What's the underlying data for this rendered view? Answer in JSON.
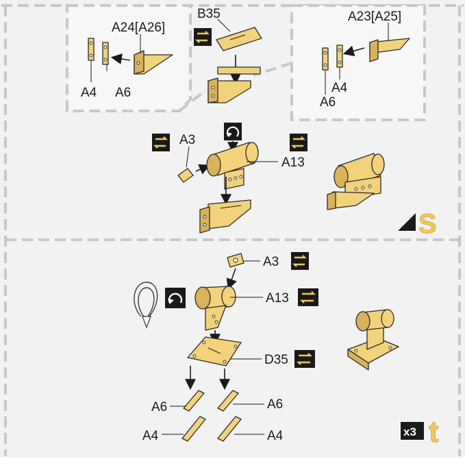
{
  "labels": {
    "b35": "B35",
    "a24": "A24[A26]",
    "a4_left": "A4",
    "a6_left": "A6",
    "a23": "A23[A25]",
    "a4_right": "A4",
    "a6_right": "A6",
    "a3_top": "A3",
    "a13_top": "A13",
    "a3_bottom": "A3",
    "a13_bottom": "A13",
    "d35": "D35",
    "a6_bl": "A6",
    "a6_br": "A6",
    "a4_bl": "A4",
    "a4_br": "A4"
  },
  "badges": {
    "step_top": "S",
    "step_bottom": "t",
    "multiplier": "x3"
  },
  "colors": {
    "part_fill": "#f3d27c",
    "badge_bg": "#1a1a1a",
    "step_letter": "#f1c75a",
    "frame_dash": "#c8c8c8"
  },
  "icons": {
    "swap": "swap-arrows-icon",
    "rotate": "rotate-icon",
    "flip": "flip-loop-icon",
    "triangle": "triangle-badge-icon"
  }
}
